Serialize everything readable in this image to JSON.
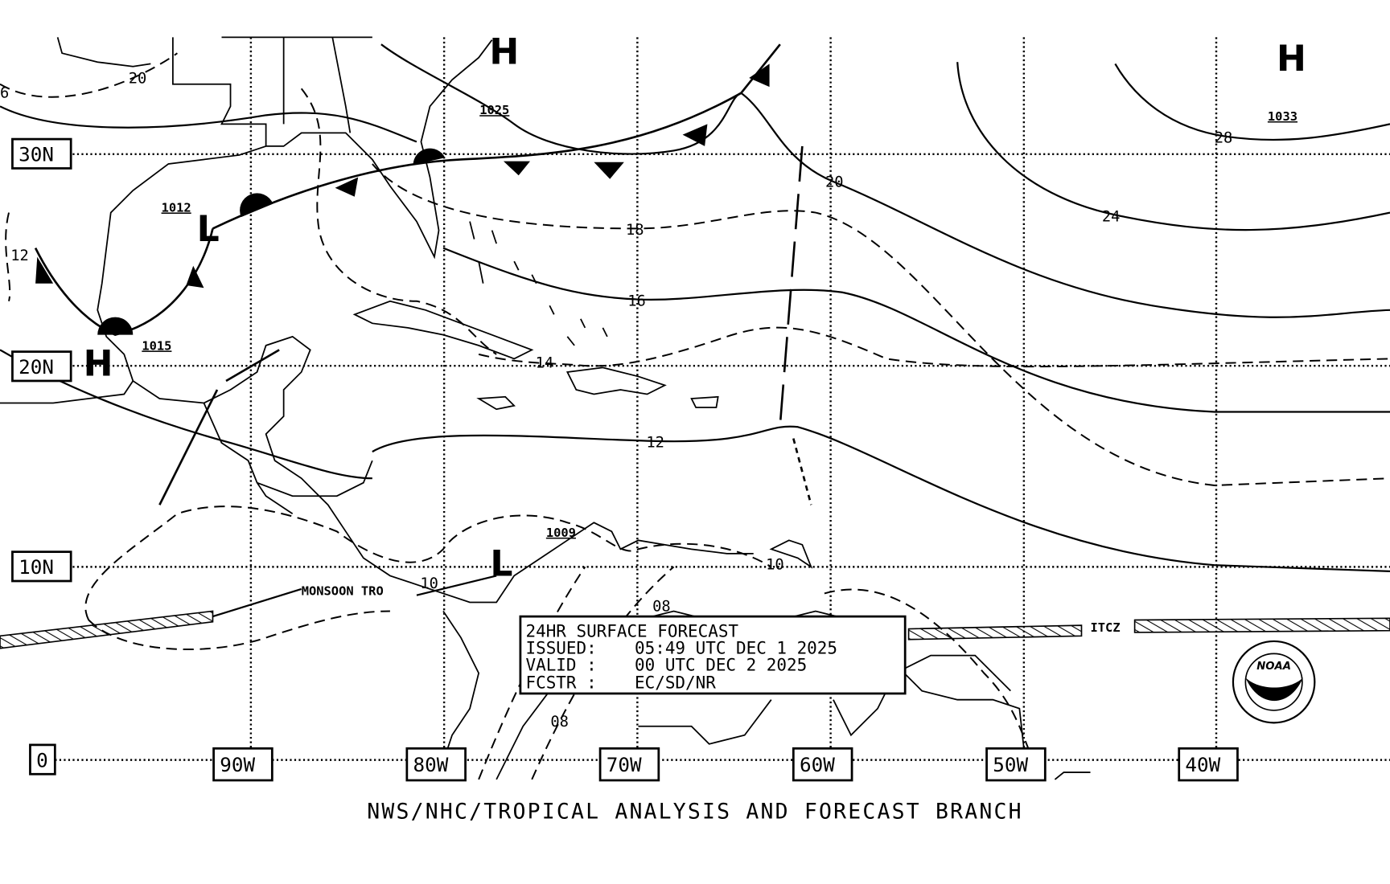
{
  "chart": {
    "product_title": "24HR SURFACE FORECAST",
    "issued_label": "ISSUED:",
    "issued": "05:49 UTC DEC 1 2025",
    "valid_label": "VALID :",
    "valid": "00 UTC DEC 2 2025",
    "forecaster_label": "FCSTR :",
    "forecaster": "EC/SD/NR",
    "footer": "NWS/NHC/TROPICAL ANALYSIS AND FORECAST BRANCH",
    "logo_text": "NOAA"
  },
  "latitudes": [
    "30N",
    "20N",
    "10N",
    "0"
  ],
  "longitudes": [
    "90W",
    "80W",
    "70W",
    "60W",
    "50W",
    "40W"
  ],
  "pressure_centers": [
    {
      "type": "H",
      "value": "1015"
    },
    {
      "type": "L",
      "value": "1012"
    },
    {
      "type": "H",
      "value": "1025"
    },
    {
      "type": "H",
      "value": "1033"
    },
    {
      "type": "L",
      "value": "1009"
    }
  ],
  "isobar_labels": [
    "20",
    "6",
    "12",
    "18",
    "16",
    "14",
    "12",
    "10",
    "10",
    "08",
    "08",
    "20",
    "24",
    "28"
  ],
  "features": {
    "monsoon_trough": "MONSOON TRO",
    "itcz": "ITCZ"
  }
}
